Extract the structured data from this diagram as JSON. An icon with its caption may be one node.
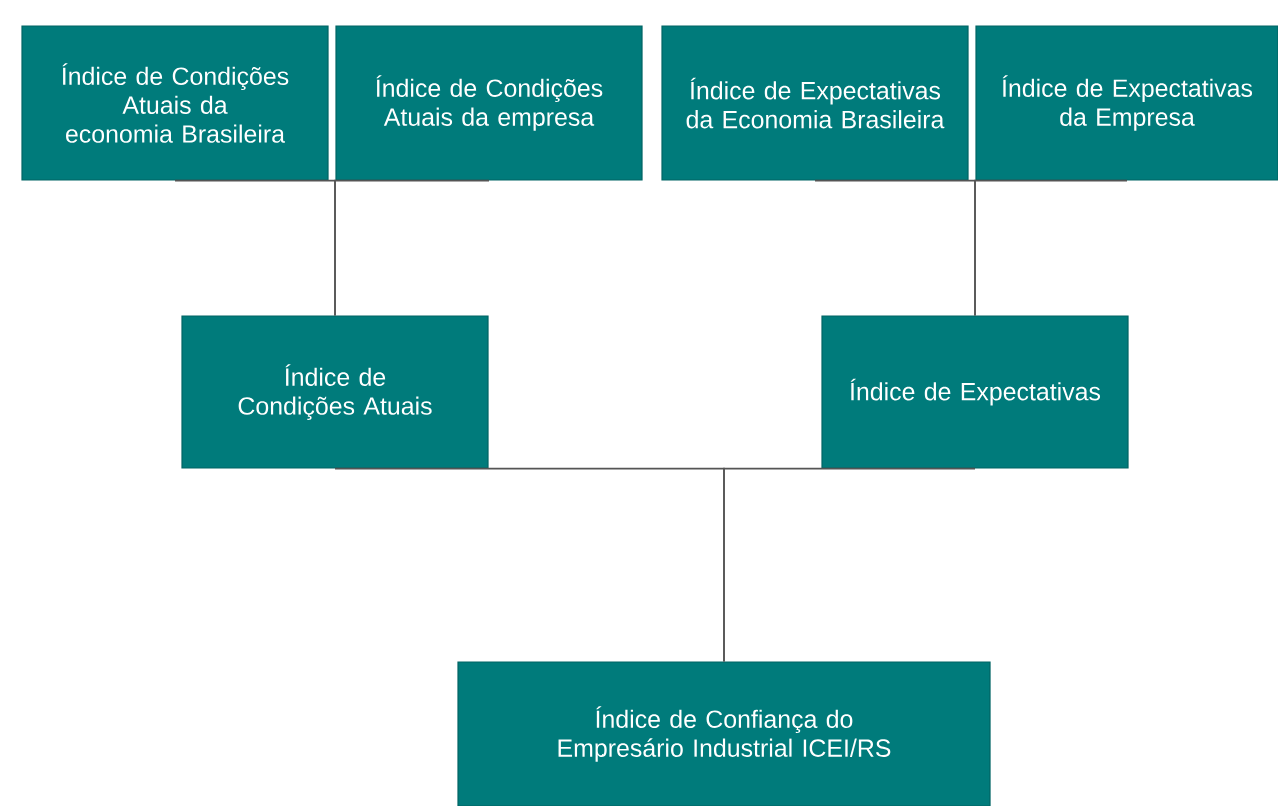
{
  "diagram": {
    "nodes": [
      {
        "text": [
          "Índice de Condições Atuais da economia Brasileira"
        ]
      },
      {
        "text": [
          "Índice de Condições Atuais da empresa"
        ]
      },
      {
        "text": [
          "Índice de Expectativas da Economia Brasileira"
        ]
      },
      {
        "text": [
          "Índice de Expectativas da Empresa"
        ]
      },
      {
        "text": [
          "Índice de Condições Atuais"
        ]
      },
      {
        "text": [
          "Índice de Expectativas"
        ]
      },
      {
        "text": [
          "Índice de Confiança do Empresário Industrial ICEI/RS"
        ]
      }
    ],
    "edges": [
      {
        "from": 0,
        "to": 4,
        "arrow": "none"
      },
      {
        "from": 1,
        "to": 4,
        "arrow": "none"
      },
      {
        "from": 2,
        "to": 5,
        "arrow": "none"
      },
      {
        "from": 3,
        "to": 5,
        "arrow": "none"
      },
      {
        "from": 4,
        "to": 6,
        "arrow": "none"
      },
      {
        "from": 5,
        "to": 6,
        "arrow": "none"
      }
    ]
  }
}
